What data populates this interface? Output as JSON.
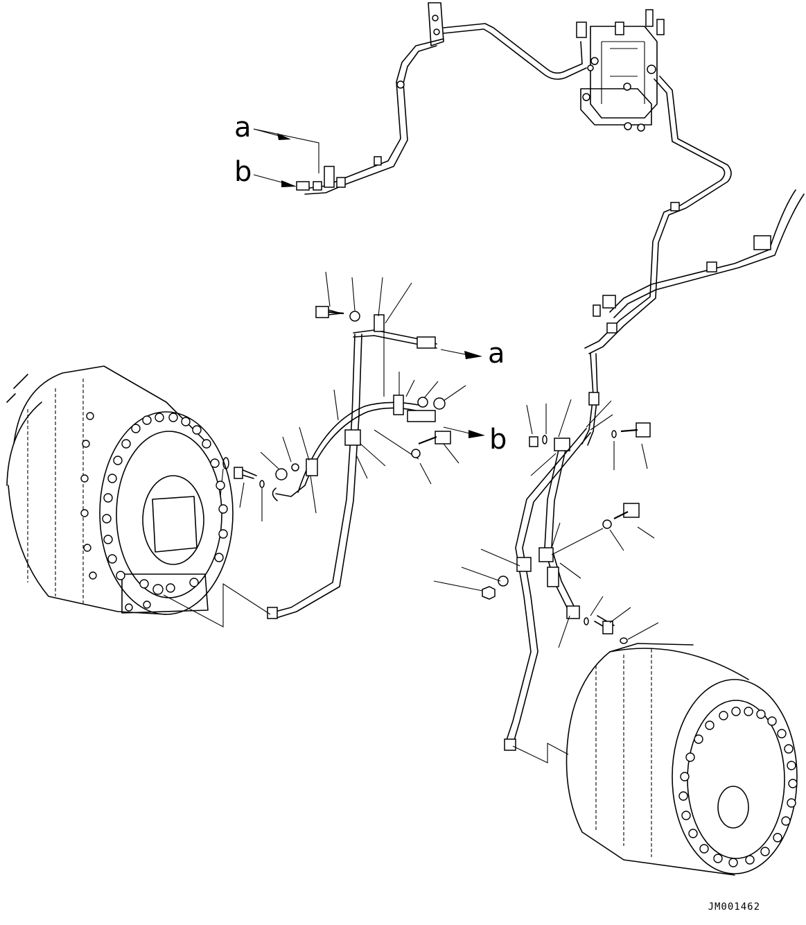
{
  "figure": {
    "labels": {
      "a_top": "a",
      "b_top": "b",
      "a_mid": "a",
      "b_mid": "b"
    },
    "drawing_code": "JM001462"
  },
  "icons": {
    "left_motor": "final-drive-motor-icon",
    "right_motor": "final-drive-motor-icon",
    "valve": "valve-block-icon"
  }
}
